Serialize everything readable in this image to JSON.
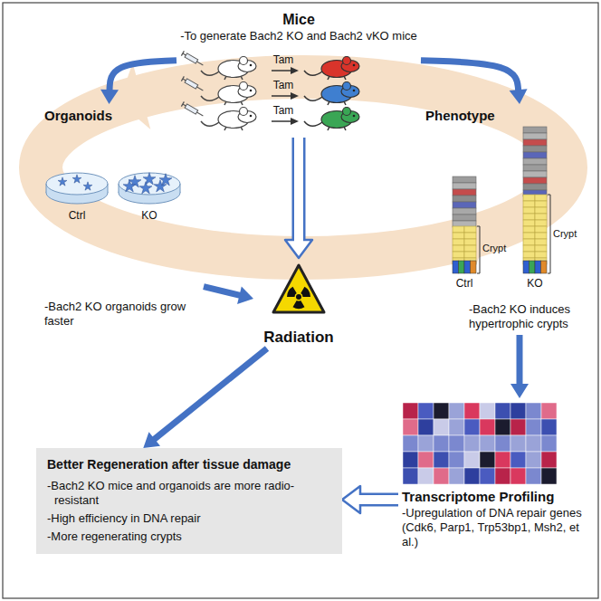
{
  "diagram": {
    "nodes": [
      {
        "text": [
          "Mice",
          "-To generate Bach2 KO and Bach2 vKO mice"
        ]
      },
      {
        "text": [
          "Organoids",
          "-Bach2 KO organoids grow faster"
        ]
      },
      {
        "text": [
          "Phenotype",
          "-Bach2 KO induces hypertrophic crypts"
        ]
      },
      {
        "text": [
          "Radiation"
        ]
      },
      {
        "text": [
          "Transcriptome Profiling",
          "-Upregulation of DNA repair genes (Cdk6, Parp1, Trp53bp1, Msh2, et al.)"
        ]
      },
      {
        "text": [
          "Better Regeneration after tissue damage",
          "-Bach2 KO mice and organoids are more radio-resistant",
          "-High efficiency in DNA repair",
          "-More regenerating crypts"
        ]
      }
    ],
    "edges": [
      {
        "from": 0,
        "to": 1,
        "arrow": "to"
      },
      {
        "from": 0,
        "to": 2,
        "arrow": "to"
      },
      {
        "from": 0,
        "to": 3,
        "arrow": "to"
      },
      {
        "from": 1,
        "to": 3,
        "arrow": "to"
      },
      {
        "from": 2,
        "to": 4,
        "arrow": "to"
      },
      {
        "from": 3,
        "to": 5,
        "arrow": "to"
      },
      {
        "from": 4,
        "to": 5,
        "arrow": "to"
      }
    ],
    "labels": [
      "Tam",
      "Tam",
      "Tam",
      "Ctrl",
      "KO",
      "Ctrl",
      "KO",
      "Crypt",
      "Crypt"
    ]
  }
}
